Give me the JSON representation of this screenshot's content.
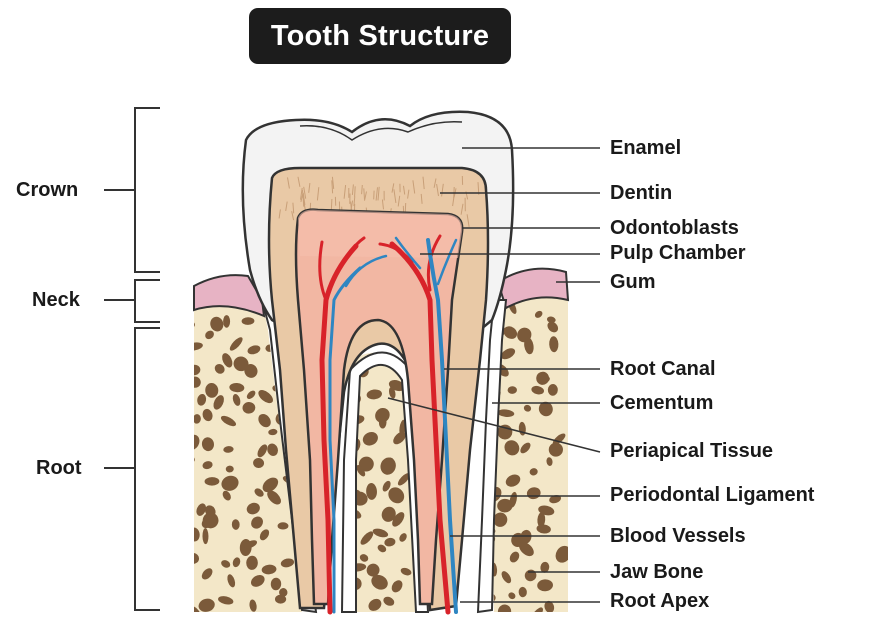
{
  "title": "Tooth Structure",
  "sections": [
    {
      "id": "crown",
      "label": "Crown"
    },
    {
      "id": "neck",
      "label": "Neck"
    },
    {
      "id": "root",
      "label": "Root"
    }
  ],
  "labels": [
    {
      "id": "enamel",
      "text": "Enamel"
    },
    {
      "id": "dentin",
      "text": "Dentin"
    },
    {
      "id": "odontoblasts",
      "text": "Odontoblasts"
    },
    {
      "id": "pulp-chamber",
      "text": "Pulp Chamber"
    },
    {
      "id": "gum",
      "text": "Gum"
    },
    {
      "id": "root-canal",
      "text": "Root Canal"
    },
    {
      "id": "cementum",
      "text": "Cementum"
    },
    {
      "id": "periapical-tissue",
      "text": "Periapical Tissue"
    },
    {
      "id": "periodontal-ligament",
      "text": "Periodontal Ligament"
    },
    {
      "id": "blood-vessels",
      "text": "Blood Vessels"
    },
    {
      "id": "jaw-bone",
      "text": "Jaw Bone"
    },
    {
      "id": "root-apex",
      "text": "Root Apex"
    }
  ],
  "colors": {
    "enamel": "#f3f3f3",
    "dentin": "#e9c9a6",
    "pulp": "#f2b7a3",
    "gum": "#e7b3c4",
    "bone": "#f3e7c8",
    "bone_spots": "#7b5a3a",
    "artery": "#d8232a",
    "vein": "#2f86c2",
    "title_bg": "#1c1c1c"
  }
}
